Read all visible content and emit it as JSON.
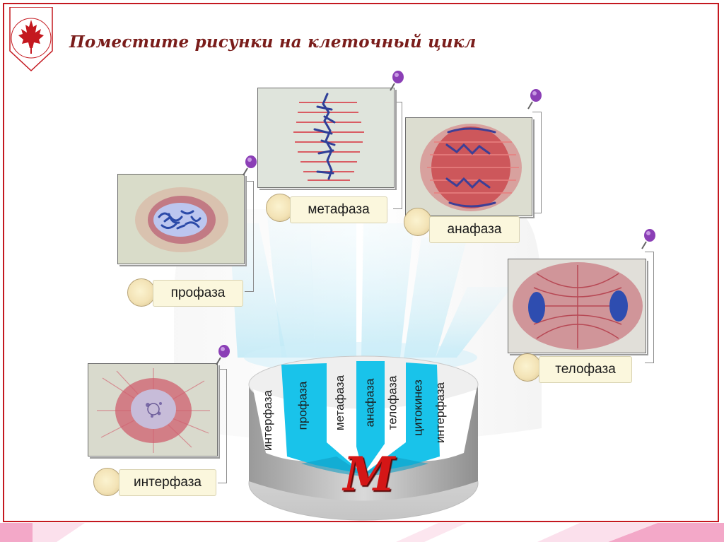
{
  "title": "Поместите рисунки на клеточный цикл",
  "cards": {
    "interphase": "интерфаза",
    "prophase": "профаза",
    "metaphase": "метафаза",
    "anaphase": "анафаза",
    "telophase": "телофаза"
  },
  "cylinder": {
    "phases": [
      "интерфаза",
      "профаза",
      "метафаза",
      "анафаза",
      "телофаза",
      "цитокинез",
      "интерфаза"
    ],
    "center_letter": "М"
  },
  "colors": {
    "frame": "#c4181f",
    "title": "#7a1d1b",
    "phase_cyan": "#19c3ea",
    "cylinder_gray": "#d4d4d4",
    "pin_purple": "#8b3fb6",
    "letter_red": "#d41616"
  },
  "icons": {
    "logo": "maple-leaf-icon",
    "pin": "push-pin-icon",
    "thumbnail": "cell-thumbnail-icon"
  }
}
